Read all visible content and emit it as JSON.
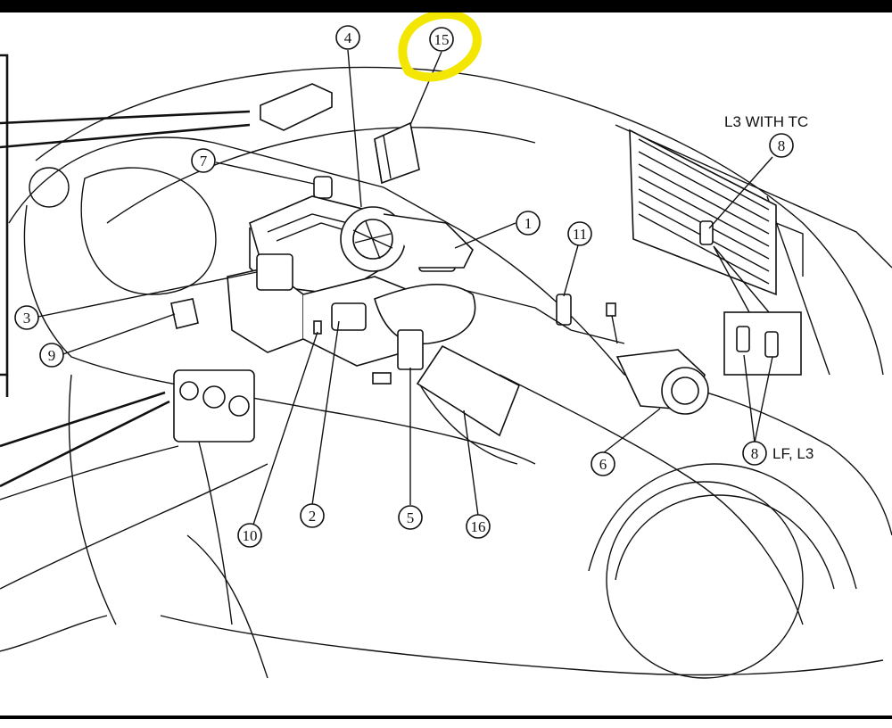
{
  "diagram": {
    "highlight_color": "#f3e600",
    "labels": {
      "l3_with_tc": "L3 WITH TC",
      "lf_l3": "LF, L3"
    },
    "callouts": [
      {
        "id": "c15",
        "text": "15"
      },
      {
        "id": "c4",
        "text": "4"
      },
      {
        "id": "c7",
        "text": "7"
      },
      {
        "id": "c1",
        "text": "1"
      },
      {
        "id": "c11",
        "text": "11"
      },
      {
        "id": "c8a",
        "text": "8"
      },
      {
        "id": "c3",
        "text": "3"
      },
      {
        "id": "c9",
        "text": "9"
      },
      {
        "id": "c6",
        "text": "6"
      },
      {
        "id": "c8b",
        "text": "8"
      },
      {
        "id": "c10",
        "text": "10"
      },
      {
        "id": "c2",
        "text": "2"
      },
      {
        "id": "c5",
        "text": "5"
      },
      {
        "id": "c16",
        "text": "16"
      }
    ]
  }
}
